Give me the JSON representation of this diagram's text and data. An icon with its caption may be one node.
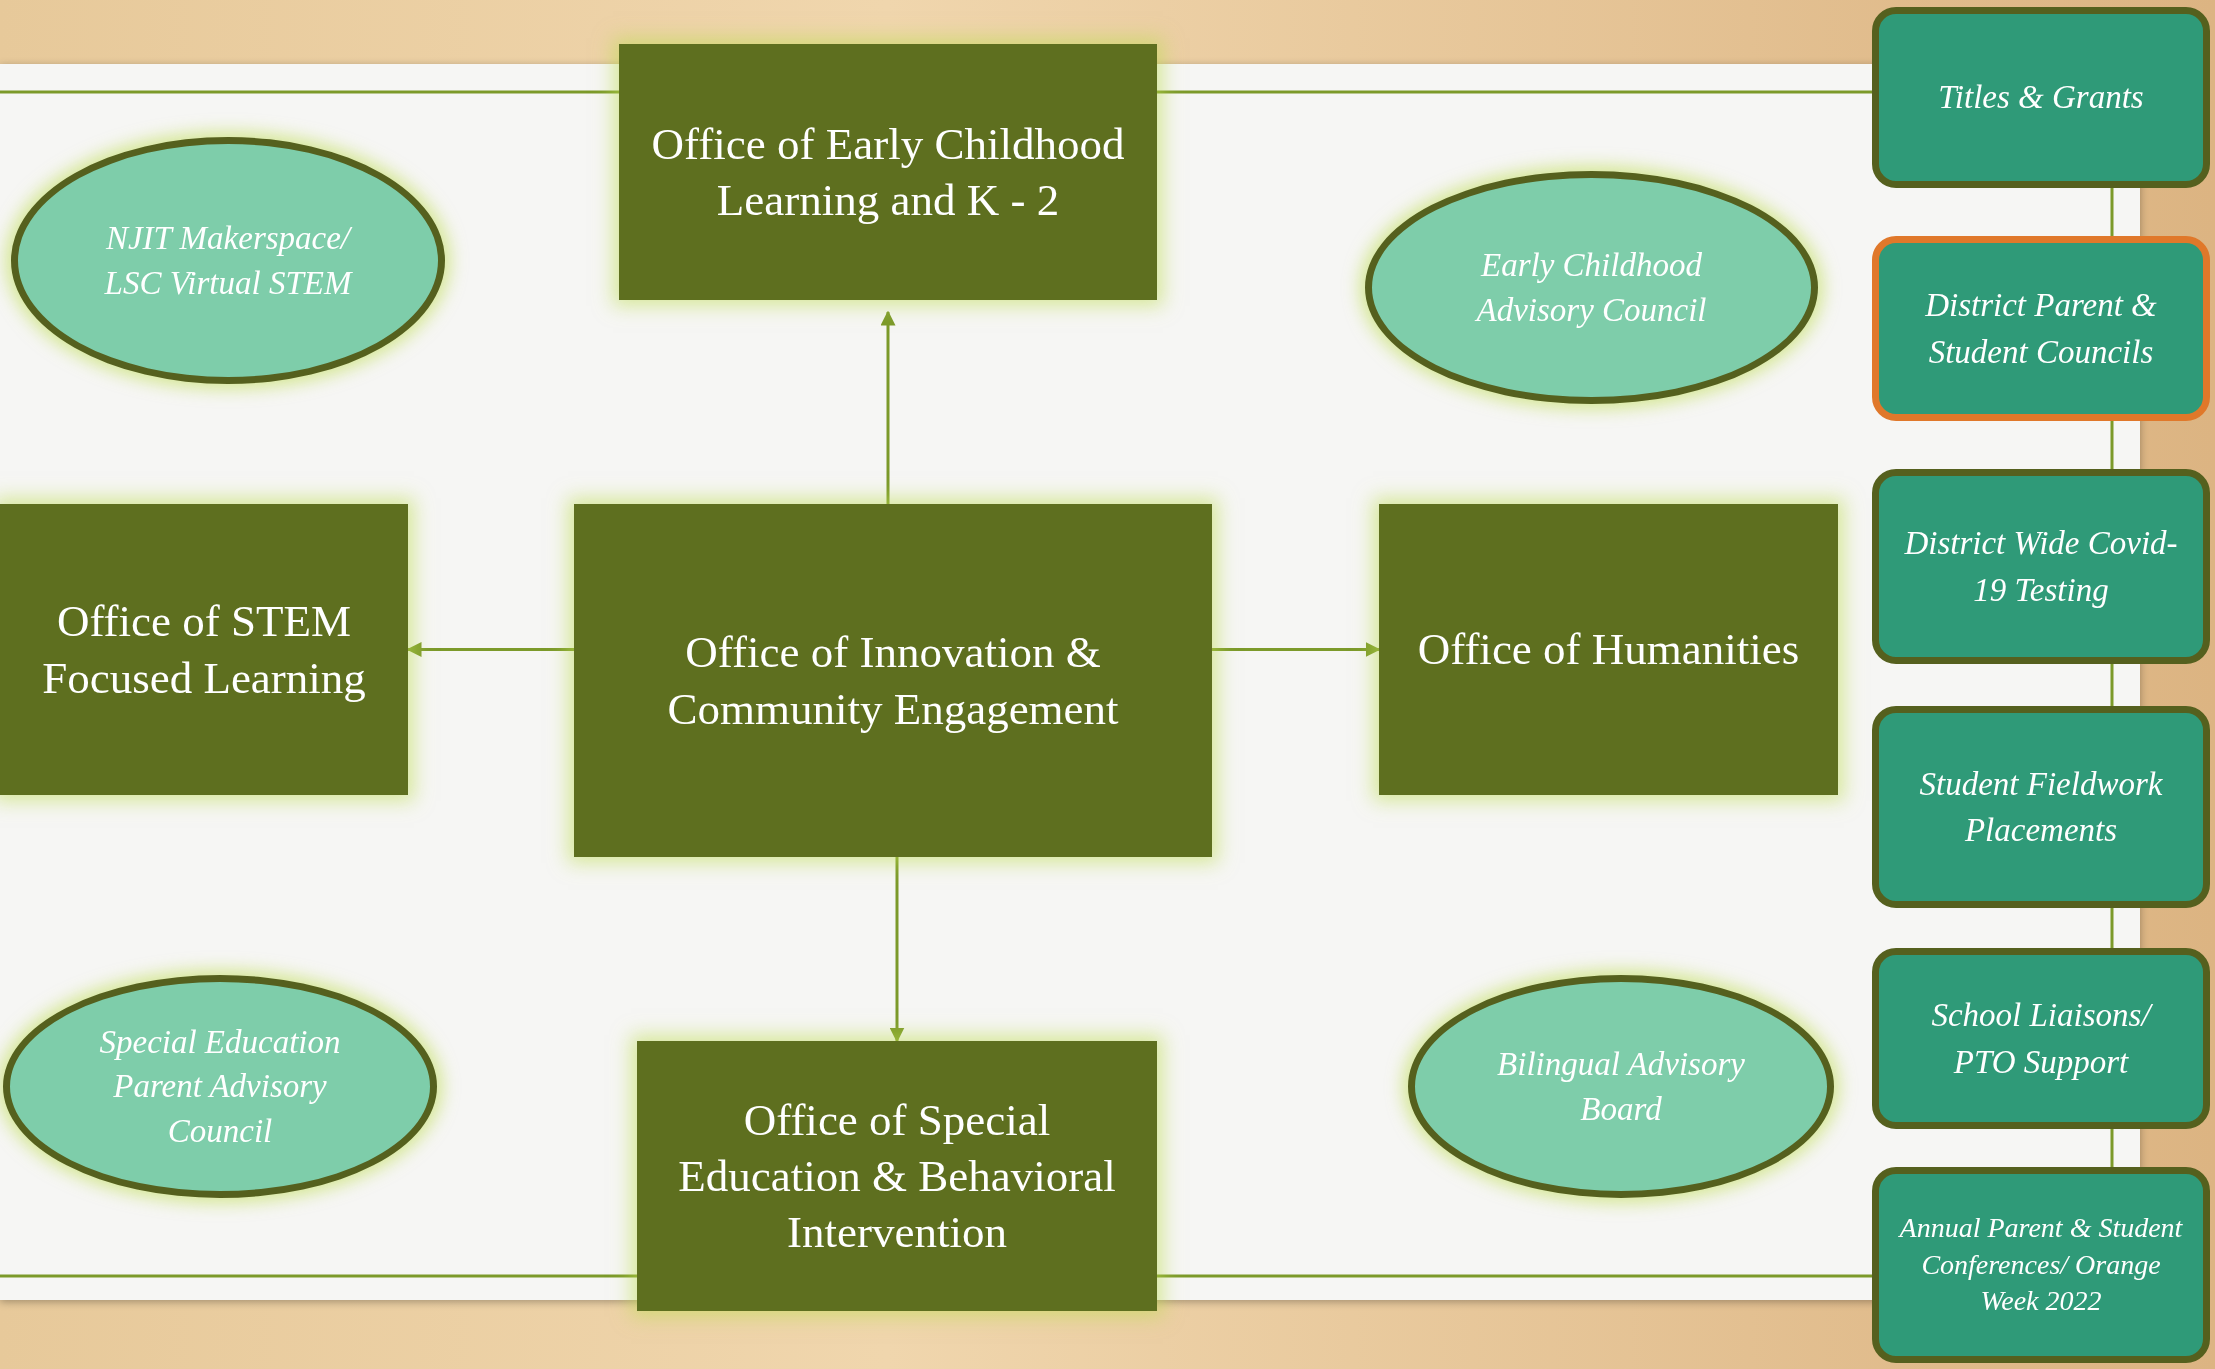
{
  "diagram": {
    "nodes": [
      {
        "text": [
          "Office of Early Childhood Learning and K - 2"
        ]
      },
      {
        "text": [
          "NJIT Makerspace/ LSC Virtual STEM"
        ]
      },
      {
        "text": [
          "Early Childhood Advisory Council"
        ]
      },
      {
        "text": [
          "Office of STEM Focused Learning"
        ]
      },
      {
        "text": [
          "Office of Innovation & Community Engagement"
        ]
      },
      {
        "text": [
          "Office of Humanities"
        ]
      },
      {
        "text": [
          "Special Education Parent Advisory Council"
        ]
      },
      {
        "text": [
          "Office of Special Education & Behavioral Intervention"
        ]
      },
      {
        "text": [
          "Bilingual Advisory Board"
        ]
      },
      {
        "text": [
          "Titles & Grants"
        ]
      },
      {
        "text": [
          "District Parent & Student Councils"
        ]
      },
      {
        "text": [
          "District Wide Covid-19 Testing"
        ]
      },
      {
        "text": [
          "Student Fieldwork Placements"
        ]
      },
      {
        "text": [
          "School Liaisons/ PTO Support"
        ]
      },
      {
        "text": [
          "Annual Parent & Student Conferences/ Orange Week 2022"
        ]
      }
    ],
    "edges": [
      {
        "from": 4,
        "to": 0,
        "arrow": "to"
      },
      {
        "from": 4,
        "to": 3,
        "arrow": "to"
      },
      {
        "from": 4,
        "to": 5,
        "arrow": "to"
      },
      {
        "from": 4,
        "to": 7,
        "arrow": "to"
      },
      {
        "from": 0,
        "to": 9,
        "arrow": "none"
      },
      {
        "from": 7,
        "to": 14,
        "arrow": "none"
      },
      {
        "from": 9,
        "to": 10,
        "arrow": "none"
      },
      {
        "from": 10,
        "to": 11,
        "arrow": "none"
      },
      {
        "from": 11,
        "to": 12,
        "arrow": "none"
      },
      {
        "from": 12,
        "to": 13,
        "arrow": "none"
      },
      {
        "from": 13,
        "to": 14,
        "arrow": "none"
      }
    ]
  }
}
